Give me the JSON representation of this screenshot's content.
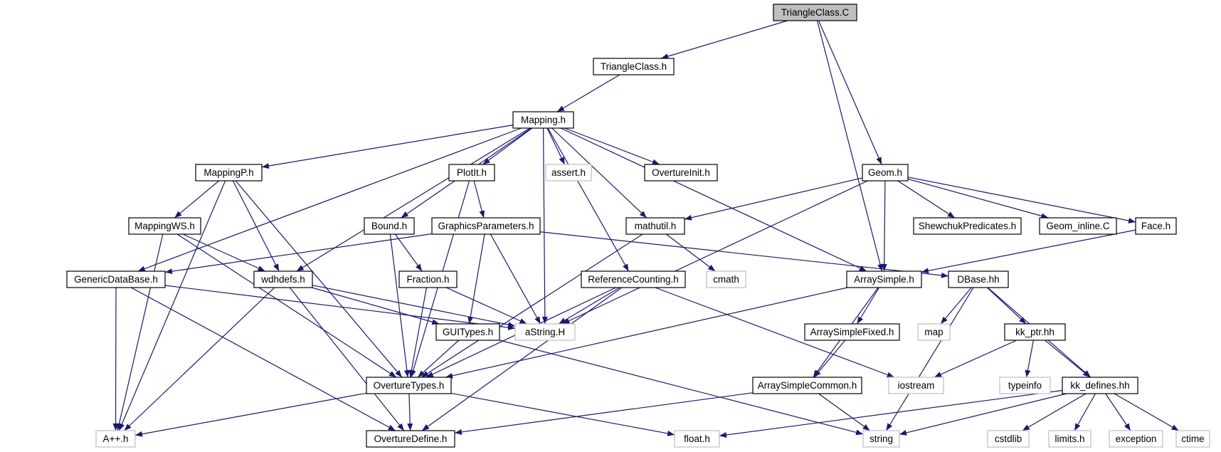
{
  "colors": {
    "edge": "#191970",
    "node_border": "#000000",
    "node_fill": "#ffffff",
    "root_fill": "#bfbfbf",
    "missing_border": "#bfbfbf"
  },
  "nodes": [
    {
      "id": "triangleclass-c",
      "label": "TriangleClass.C",
      "style": "root"
    },
    {
      "id": "triangleclass-h",
      "label": "TriangleClass.h",
      "style": "normal"
    },
    {
      "id": "mapping-h",
      "label": "Mapping.h",
      "style": "normal"
    },
    {
      "id": "geom-h",
      "label": "Geom.h",
      "style": "normal"
    },
    {
      "id": "mappingp-h",
      "label": "MappingP.h",
      "style": "normal"
    },
    {
      "id": "plotit-h",
      "label": "PlotIt.h",
      "style": "normal"
    },
    {
      "id": "assert-h",
      "label": "assert.h",
      "style": "missing"
    },
    {
      "id": "overtureinit-h",
      "label": "OvertureInit.h",
      "style": "normal"
    },
    {
      "id": "shewchuk-h",
      "label": "ShewchukPredicates.h",
      "style": "normal"
    },
    {
      "id": "geom-inline-c",
      "label": "Geom_inline.C",
      "style": "normal"
    },
    {
      "id": "face-h",
      "label": "Face.h",
      "style": "normal"
    },
    {
      "id": "mappingws-h",
      "label": "MappingWS.h",
      "style": "normal"
    },
    {
      "id": "bound-h",
      "label": "Bound.h",
      "style": "normal"
    },
    {
      "id": "graphicsparameters-h",
      "label": "GraphicsParameters.h",
      "style": "normal"
    },
    {
      "id": "mathutil-h",
      "label": "mathutil.h",
      "style": "normal"
    },
    {
      "id": "genericdatabase-h",
      "label": "GenericDataBase.h",
      "style": "normal"
    },
    {
      "id": "wdhdefs-h",
      "label": "wdhdefs.h",
      "style": "normal"
    },
    {
      "id": "fraction-h",
      "label": "Fraction.h",
      "style": "normal"
    },
    {
      "id": "referencecounting-h",
      "label": "ReferenceCounting.h",
      "style": "normal"
    },
    {
      "id": "cmath",
      "label": "cmath",
      "style": "missing"
    },
    {
      "id": "arraysimple-h",
      "label": "ArraySimple.h",
      "style": "normal"
    },
    {
      "id": "dbase-hh",
      "label": "DBase.hh",
      "style": "normal"
    },
    {
      "id": "guitypes-h",
      "label": "GUITypes.h",
      "style": "normal"
    },
    {
      "id": "astring-h",
      "label": "aString.H",
      "style": "missing"
    },
    {
      "id": "arraysimplefixed-h",
      "label": "ArraySimpleFixed.h",
      "style": "normal"
    },
    {
      "id": "map",
      "label": "map",
      "style": "missing"
    },
    {
      "id": "kk-ptr-hh",
      "label": "kk_ptr.hh",
      "style": "normal"
    },
    {
      "id": "overturetypes-h",
      "label": "OvertureTypes.h",
      "style": "normal"
    },
    {
      "id": "arraysimplecommon-h",
      "label": "ArraySimpleCommon.h",
      "style": "normal"
    },
    {
      "id": "iostream",
      "label": "iostream",
      "style": "missing"
    },
    {
      "id": "typeinfo",
      "label": "typeinfo",
      "style": "missing"
    },
    {
      "id": "kk-defines-hh",
      "label": "kk_defines.hh",
      "style": "normal"
    },
    {
      "id": "app-h",
      "label": "A++.h",
      "style": "missing"
    },
    {
      "id": "overturedefine-h",
      "label": "OvertureDefine.h",
      "style": "normal"
    },
    {
      "id": "float-h",
      "label": "float.h",
      "style": "missing"
    },
    {
      "id": "string",
      "label": "string",
      "style": "missing"
    },
    {
      "id": "cstdlib",
      "label": "cstdlib",
      "style": "missing"
    },
    {
      "id": "limits-h",
      "label": "limits.h",
      "style": "missing"
    },
    {
      "id": "exception",
      "label": "exception",
      "style": "missing"
    },
    {
      "id": "ctime",
      "label": "ctime",
      "style": "missing"
    }
  ],
  "edges": [
    [
      "triangleclass-c",
      "triangleclass-h"
    ],
    [
      "triangleclass-c",
      "geom-h"
    ],
    [
      "triangleclass-c",
      "arraysimple-h"
    ],
    [
      "triangleclass-h",
      "mapping-h"
    ],
    [
      "mapping-h",
      "mappingp-h"
    ],
    [
      "mapping-h",
      "plotit-h"
    ],
    [
      "mapping-h",
      "assert-h"
    ],
    [
      "mapping-h",
      "overtureinit-h"
    ],
    [
      "mapping-h",
      "genericdatabase-h"
    ],
    [
      "mapping-h",
      "wdhdefs-h"
    ],
    [
      "mapping-h",
      "bound-h"
    ],
    [
      "mapping-h",
      "mathutil-h"
    ],
    [
      "mapping-h",
      "referencecounting-h"
    ],
    [
      "mapping-h",
      "astring-h"
    ],
    [
      "mapping-h",
      "arraysimple-h"
    ],
    [
      "mappingp-h",
      "mappingws-h"
    ],
    [
      "mappingp-h",
      "wdhdefs-h"
    ],
    [
      "mappingp-h",
      "overturetypes-h"
    ],
    [
      "mappingp-h",
      "app-h"
    ],
    [
      "mappingws-h",
      "wdhdefs-h"
    ],
    [
      "mappingws-h",
      "overturetypes-h"
    ],
    [
      "mappingws-h",
      "app-h"
    ],
    [
      "plotit-h",
      "graphicsparameters-h"
    ],
    [
      "plotit-h",
      "overturetypes-h"
    ],
    [
      "graphicsparameters-h",
      "genericdatabase-h"
    ],
    [
      "graphicsparameters-h",
      "guitypes-h"
    ],
    [
      "graphicsparameters-h",
      "astring-h"
    ],
    [
      "graphicsparameters-h",
      "dbase-hh"
    ],
    [
      "genericdatabase-h",
      "astring-h"
    ],
    [
      "genericdatabase-h",
      "app-h"
    ],
    [
      "genericdatabase-h",
      "overturedefine-h"
    ],
    [
      "wdhdefs-h",
      "astring-h"
    ],
    [
      "wdhdefs-h",
      "guitypes-h"
    ],
    [
      "wdhdefs-h",
      "app-h"
    ],
    [
      "wdhdefs-h",
      "overturedefine-h"
    ],
    [
      "bound-h",
      "fraction-h"
    ],
    [
      "bound-h",
      "overturetypes-h"
    ],
    [
      "fraction-h",
      "astring-h"
    ],
    [
      "fraction-h",
      "overturetypes-h"
    ],
    [
      "mathutil-h",
      "cmath"
    ],
    [
      "mathutil-h",
      "overturetypes-h"
    ],
    [
      "referencecounting-h",
      "astring-h"
    ],
    [
      "referencecounting-h",
      "overturetypes-h"
    ],
    [
      "referencecounting-h",
      "iostream"
    ],
    [
      "referencecounting-h",
      "overturedefine-h"
    ],
    [
      "guitypes-h",
      "overturetypes-h"
    ],
    [
      "guitypes-h",
      "string"
    ],
    [
      "geom-h",
      "mathutil-h"
    ],
    [
      "geom-h",
      "shewchuk-h"
    ],
    [
      "geom-h",
      "geom-inline-c"
    ],
    [
      "geom-h",
      "face-h"
    ],
    [
      "geom-h",
      "arraysimple-h"
    ],
    [
      "geom-h",
      "astring-h"
    ],
    [
      "face-h",
      "arraysimple-h"
    ],
    [
      "arraysimple-h",
      "arraysimplefixed-h"
    ],
    [
      "arraysimple-h",
      "arraysimplecommon-h"
    ],
    [
      "arraysimple-h",
      "overturetypes-h"
    ],
    [
      "arraysimplefixed-h",
      "arraysimplecommon-h"
    ],
    [
      "arraysimplecommon-h",
      "overturedefine-h"
    ],
    [
      "arraysimplecommon-h",
      "string"
    ],
    [
      "dbase-hh",
      "map"
    ],
    [
      "dbase-hh",
      "kk-ptr-hh"
    ],
    [
      "dbase-hh",
      "kk-defines-hh"
    ],
    [
      "dbase-hh",
      "string"
    ],
    [
      "kk-ptr-hh",
      "iostream"
    ],
    [
      "kk-ptr-hh",
      "typeinfo"
    ],
    [
      "kk-ptr-hh",
      "kk-defines-hh"
    ],
    [
      "kk-defines-hh",
      "float-h"
    ],
    [
      "kk-defines-hh",
      "string"
    ],
    [
      "kk-defines-hh",
      "cstdlib"
    ],
    [
      "kk-defines-hh",
      "limits-h"
    ],
    [
      "kk-defines-hh",
      "exception"
    ],
    [
      "kk-defines-hh",
      "ctime"
    ],
    [
      "overturetypes-h",
      "app-h"
    ],
    [
      "overturetypes-h",
      "overturedefine-h"
    ],
    [
      "overturetypes-h",
      "float-h"
    ]
  ]
}
